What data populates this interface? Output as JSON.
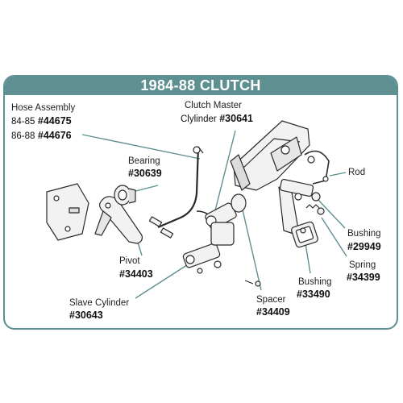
{
  "title": "1984-88 CLUTCH",
  "colors": {
    "frame": "#5e8f91",
    "leader": "#5e8f91",
    "text": "#1e1e1e"
  },
  "callouts": {
    "hose_assembly": {
      "name": "Hose Assembly",
      "lines": [
        {
          "years": "84-85",
          "part": "#44675"
        },
        {
          "years": "86-88",
          "part": "#44676"
        }
      ]
    },
    "clutch_master": {
      "name_line1": "Clutch Master",
      "name_line2": "Clylinder",
      "part": "#30641"
    },
    "bearing": {
      "name": "Bearing",
      "part": "#30639"
    },
    "rod": {
      "name": "Rod"
    },
    "bushing_29949": {
      "name": "Bushing",
      "part": "#29949"
    },
    "spring": {
      "name": "Spring",
      "part": "#34399"
    },
    "bushing_33490": {
      "name": "Bushing",
      "part": "#33490"
    },
    "pivot": {
      "name": "Pivot",
      "part": "#34403"
    },
    "slave_cylinder": {
      "name": "Slave Cylinder",
      "part": "#30643"
    },
    "spacer": {
      "name": "Spacer",
      "part": "#34409"
    }
  }
}
